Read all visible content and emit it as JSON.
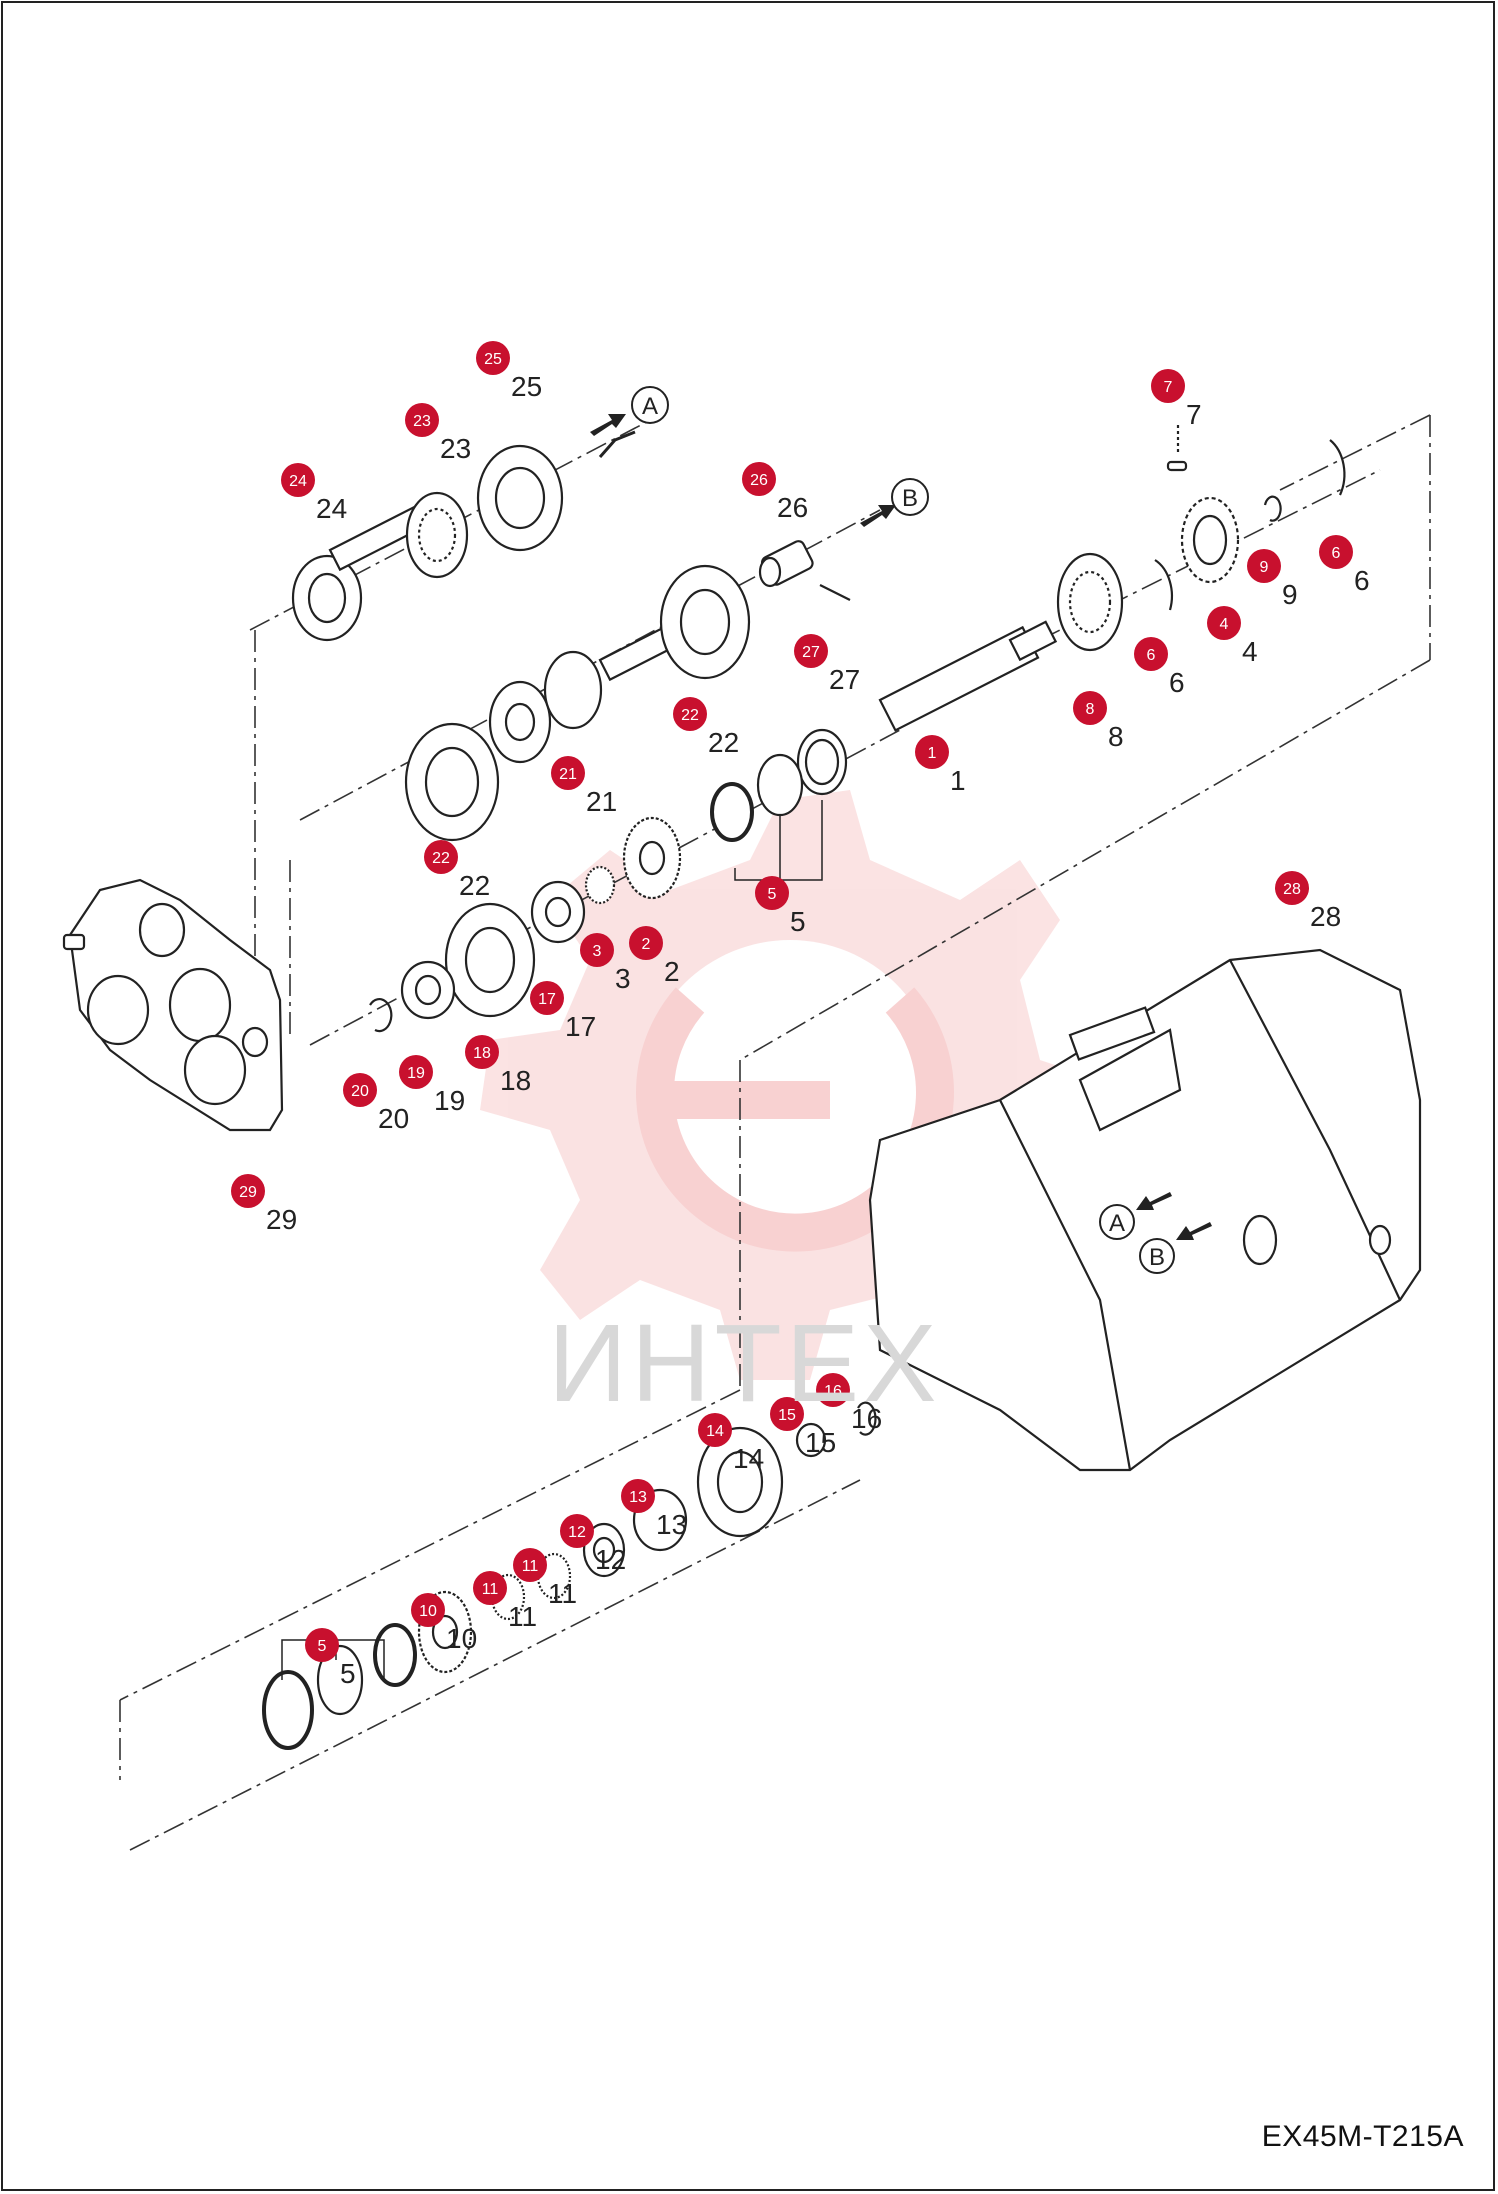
{
  "drawing_code": "EX45M-T215A",
  "watermark": "ИНТЕХ",
  "view_refs": [
    "A",
    "B"
  ],
  "callouts": [
    {
      "id": "c1",
      "label": "1"
    },
    {
      "id": "c2",
      "label": "2"
    },
    {
      "id": "c3",
      "label": "3"
    },
    {
      "id": "c4",
      "label": "4"
    },
    {
      "id": "c5a",
      "label": "5"
    },
    {
      "id": "c5b",
      "label": "5"
    },
    {
      "id": "c6a",
      "label": "6"
    },
    {
      "id": "c6b",
      "label": "6"
    },
    {
      "id": "c7",
      "label": "7"
    },
    {
      "id": "c8",
      "label": "8"
    },
    {
      "id": "c9",
      "label": "9"
    },
    {
      "id": "c10",
      "label": "10"
    },
    {
      "id": "c11a",
      "label": "11"
    },
    {
      "id": "c11b",
      "label": "11"
    },
    {
      "id": "c12",
      "label": "12"
    },
    {
      "id": "c13",
      "label": "13"
    },
    {
      "id": "c14",
      "label": "14"
    },
    {
      "id": "c15",
      "label": "15"
    },
    {
      "id": "c16",
      "label": "16"
    },
    {
      "id": "c17",
      "label": "17"
    },
    {
      "id": "c18",
      "label": "18"
    },
    {
      "id": "c19",
      "label": "19"
    },
    {
      "id": "c20",
      "label": "20"
    },
    {
      "id": "c21",
      "label": "21"
    },
    {
      "id": "c22a",
      "label": "22"
    },
    {
      "id": "c22b",
      "label": "22"
    },
    {
      "id": "c23",
      "label": "23"
    },
    {
      "id": "c24",
      "label": "24"
    },
    {
      "id": "c25",
      "label": "25"
    },
    {
      "id": "c26",
      "label": "26"
    },
    {
      "id": "c27",
      "label": "27"
    },
    {
      "id": "c28",
      "label": "28"
    },
    {
      "id": "c29",
      "label": "29"
    }
  ],
  "colors": {
    "callout_fill": "#c8102e",
    "watermark": "#f4b8b8",
    "line": "#222222"
  }
}
